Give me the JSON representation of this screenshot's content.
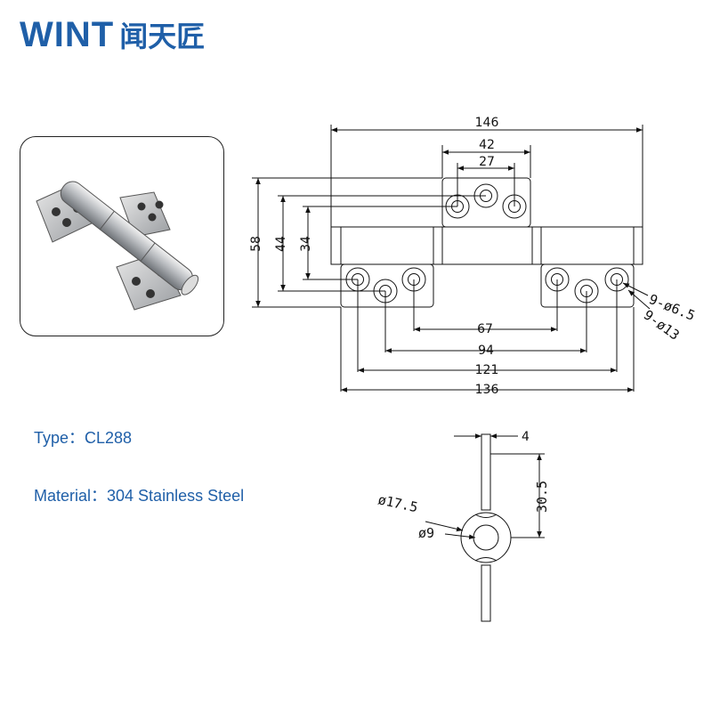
{
  "brand": {
    "latin": "WINT",
    "cjk": "闻天匠"
  },
  "specs": {
    "type_label": "Type：CL288",
    "material_label": "Material：304 Stainless Steel"
  },
  "front_view": {
    "overall_width": "146",
    "top_leaf_width": "42",
    "top_hole_pitch": "27",
    "height": "58",
    "height_inner": "44",
    "height_hole": "34",
    "hole_pitch_1": "67",
    "hole_pitch_2": "94",
    "hole_pitch_3": "121",
    "bottom_width": "136",
    "hole_small": "9-ø6.5",
    "hole_large": "9-ø13"
  },
  "side_view": {
    "thickness": "4",
    "knuckle_outer": "ø17.5",
    "pin_dia": "ø9",
    "offset": "30.5"
  },
  "colors": {
    "brand_blue": "#1f5fa8",
    "line": "#111111",
    "part": "#ffffff"
  }
}
